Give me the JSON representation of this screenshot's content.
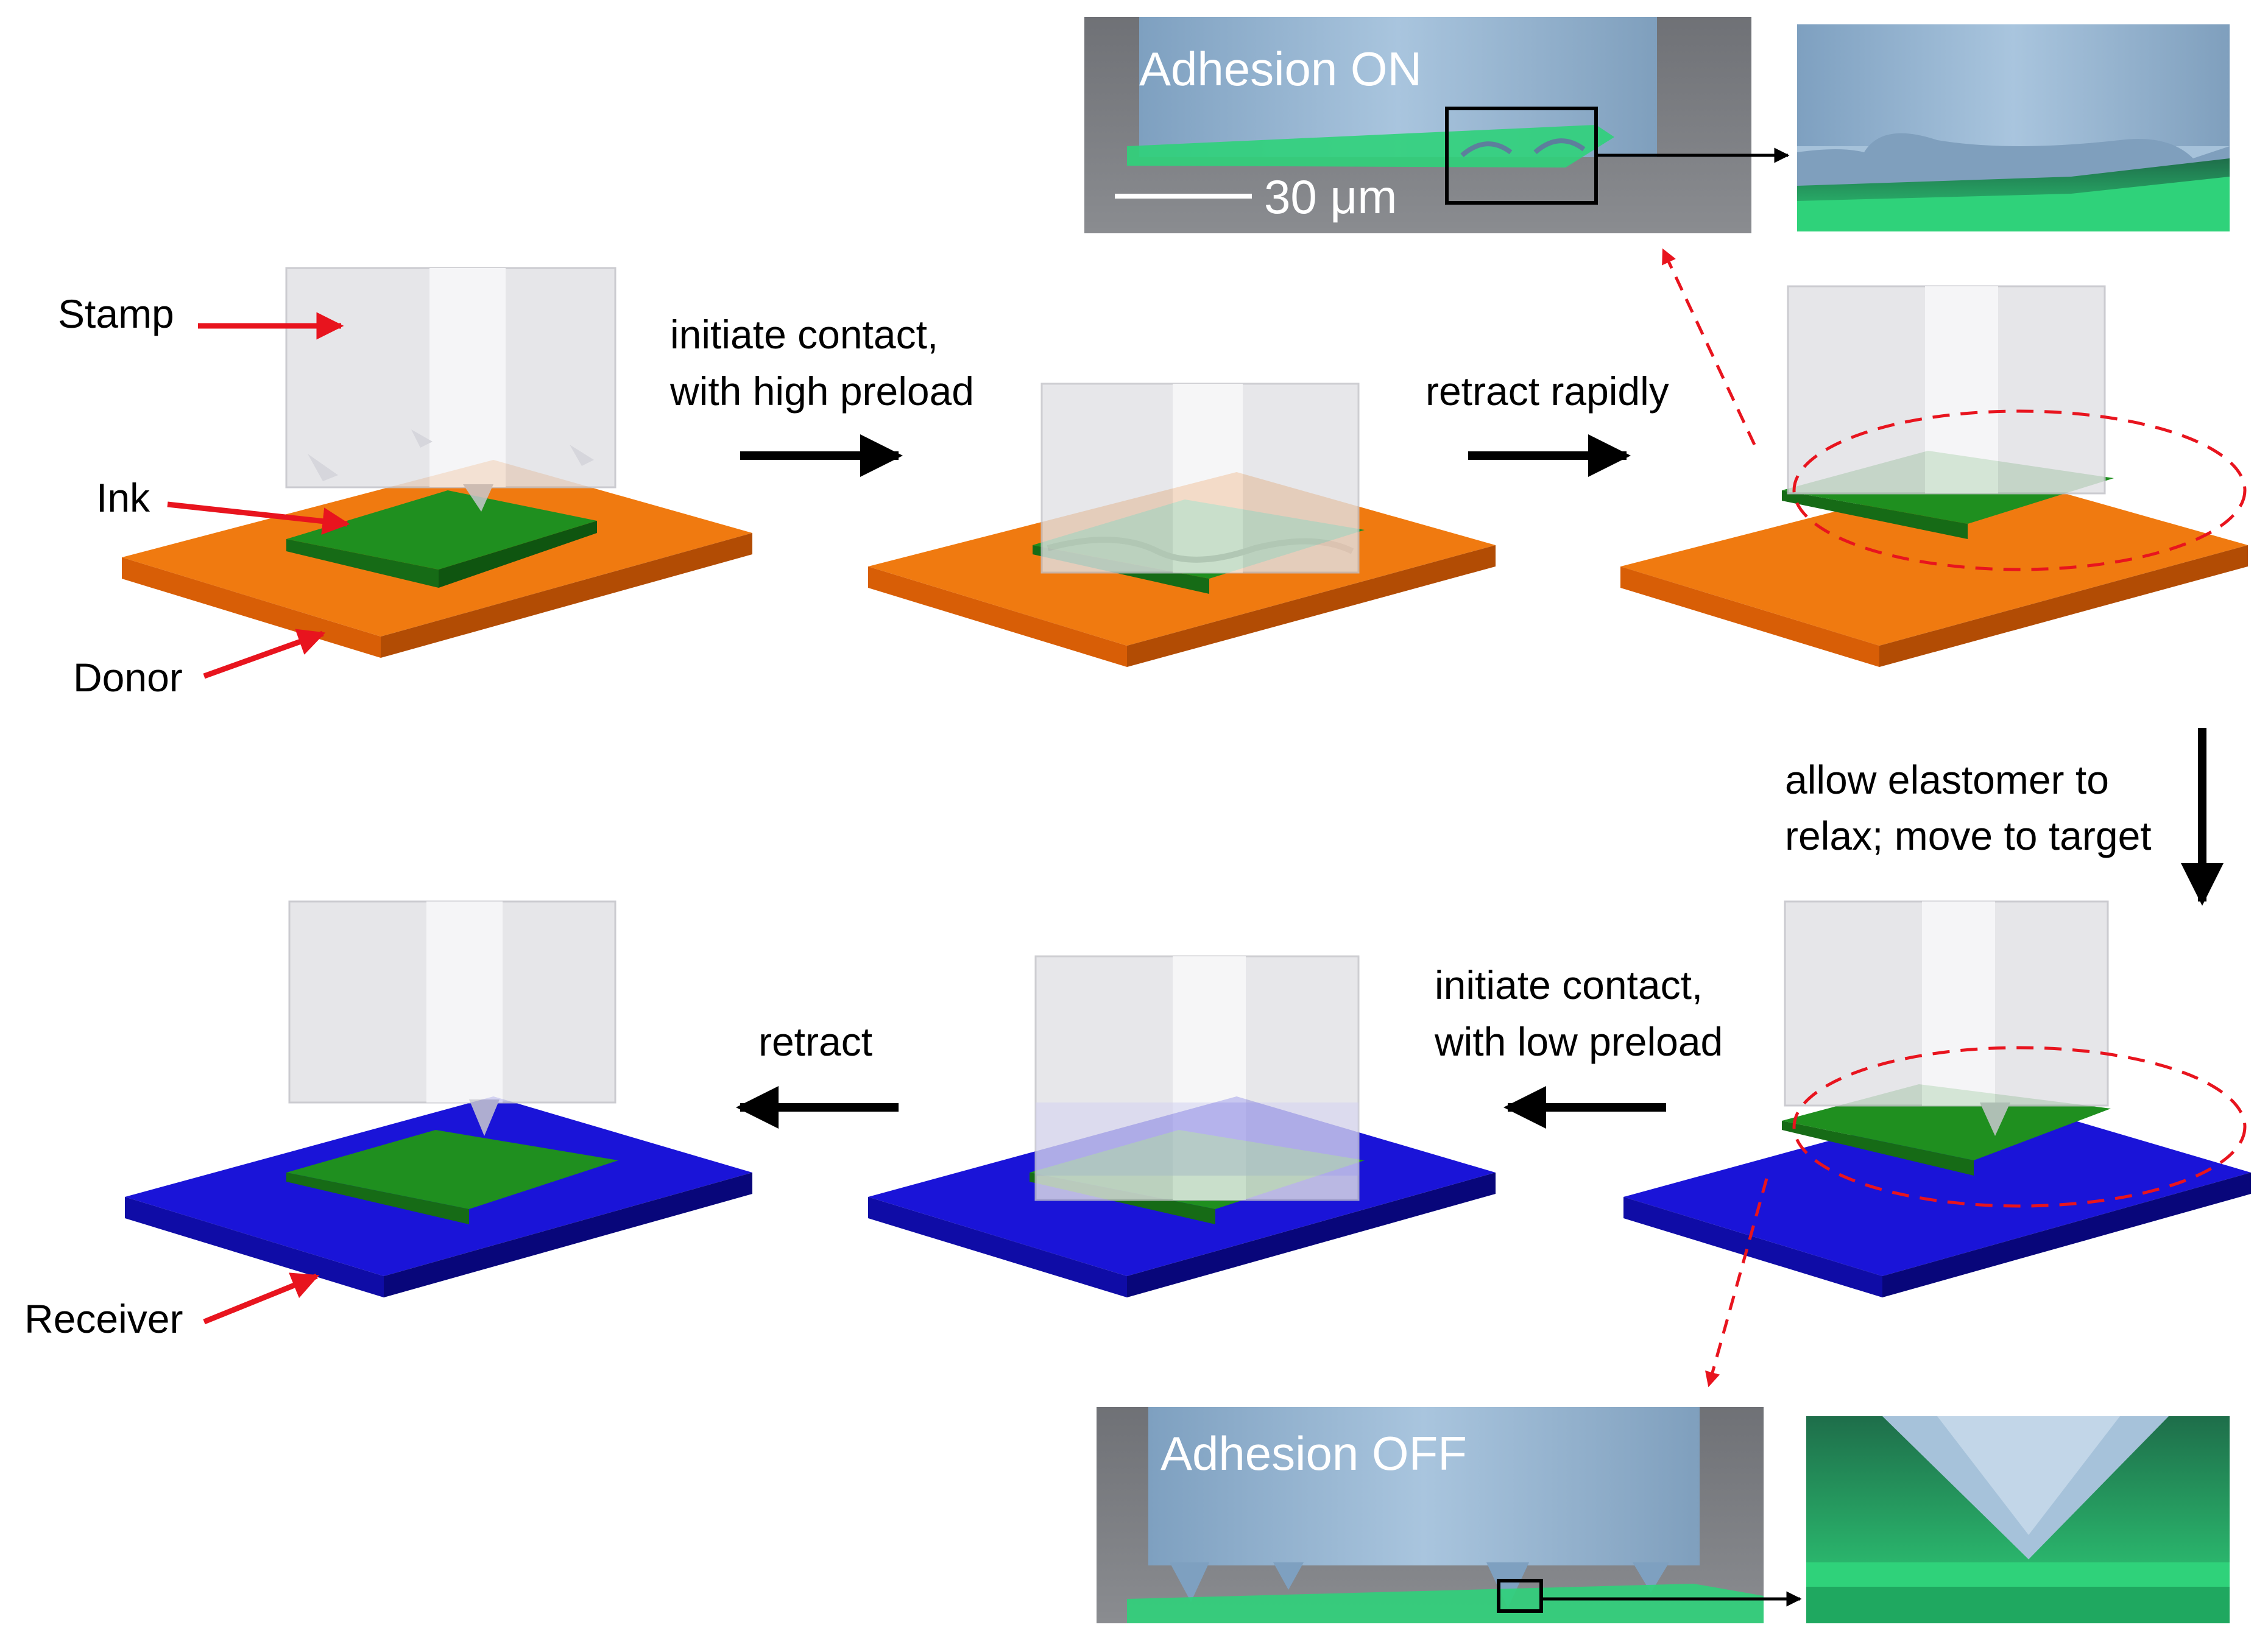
{
  "labels": {
    "stamp": "Stamp",
    "ink": "Ink",
    "donor": "Donor",
    "receiver": "Receiver"
  },
  "steps": {
    "contact_high_1": "initiate contact,",
    "contact_high_2": "with high preload",
    "retract_rapidly": "retract rapidly",
    "relax_1": "allow elastomer to",
    "relax_2": "relax; move to target",
    "contact_low_1": "initiate contact,",
    "contact_low_2": "with low preload",
    "retract": "retract"
  },
  "sem": {
    "adhesion_on": "Adhesion ON",
    "adhesion_off": "Adhesion OFF",
    "scale": "30 μm"
  },
  "colors": {
    "donor": "#f07a10",
    "receiver": "#1a14d8",
    "ink": "#1f8f1f",
    "stamp": "#d8d8dc",
    "callout_arrow": "#e8141e",
    "sem_ink": "#2fd27a",
    "sem_stamp": "#8fb4d8"
  }
}
